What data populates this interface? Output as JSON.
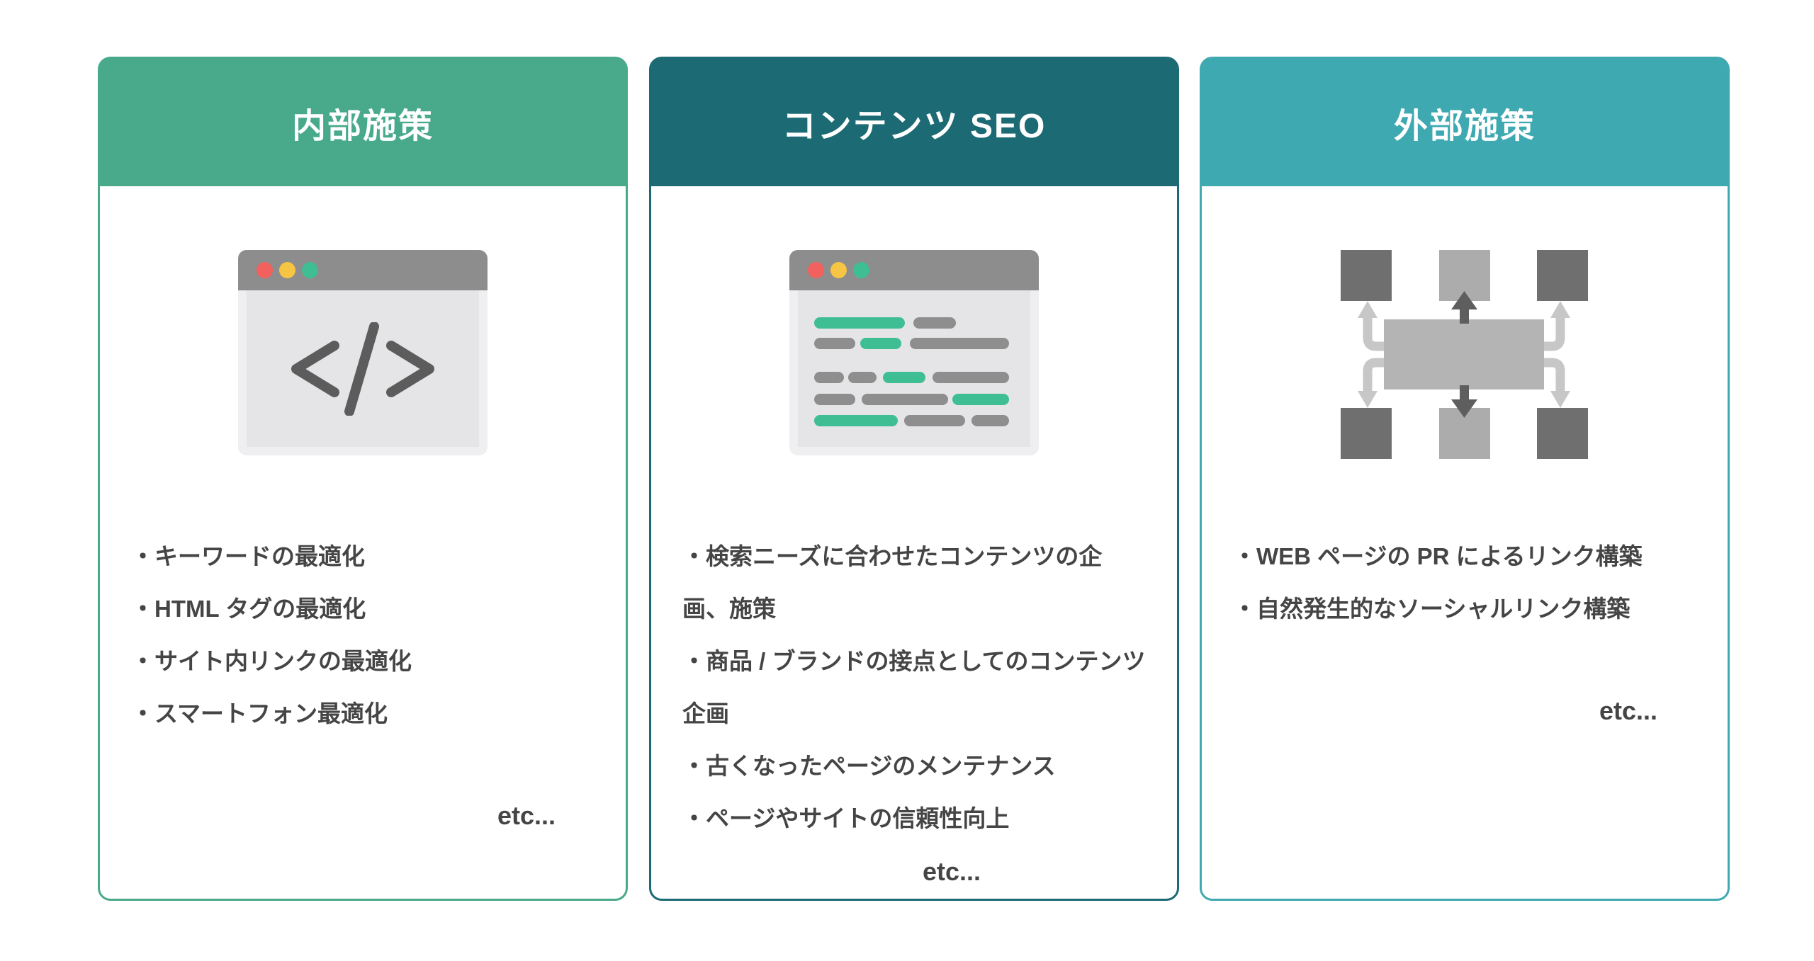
{
  "page": {
    "background": "#ffffff"
  },
  "cards": [
    {
      "id": "internal-seo",
      "title": "内部施策",
      "header_color": "#48a98b",
      "icon": "browser-code-icon",
      "items": [
        "・キーワードの最適化",
        "・HTML タグの最適化",
        "・サイト内リンクの最適化",
        "・スマートフォン最適化"
      ],
      "etc_label": "etc..."
    },
    {
      "id": "content-seo",
      "title": "コンテンツ SEO",
      "header_color": "#1b6a74",
      "icon": "browser-text-lines-icon",
      "items": [
        "・検索ニーズに合わせたコンテンツの企画、施策",
        "・商品 / ブランドの接点としてのコンテンツ企画",
        "・古くなったページのメンテナンス",
        "・ページやサイトの信頼性向上"
      ],
      "etc_label": "etc..."
    },
    {
      "id": "external-seo",
      "title": "外部施策",
      "header_color": "#3fa9b1",
      "icon": "link-network-icon",
      "items": [
        "・WEB ページの PR によるリンク構築",
        "・自然発生的なソーシャルリンク構築"
      ],
      "etc_label": "etc..."
    }
  ],
  "icon_colors": {
    "titlebar": "#8d8d8d",
    "window_frame": "#efeff1",
    "window_inner": "#e5e4e7",
    "dot_red": "#f2615e",
    "dot_yellow": "#f6c544",
    "dot_green": "#3fbe93",
    "code_glyph": "#5c5c5c",
    "bar_green": "#3fbe93",
    "bar_gray": "#8e8e8e",
    "square_dark": "#6f6f6f",
    "square_light": "#acacac",
    "center_rect": "#b4b4b4",
    "arrow_dark": "#5e5e5e",
    "arrow_light": "#c7c7c7"
  },
  "text_color": "#454545"
}
